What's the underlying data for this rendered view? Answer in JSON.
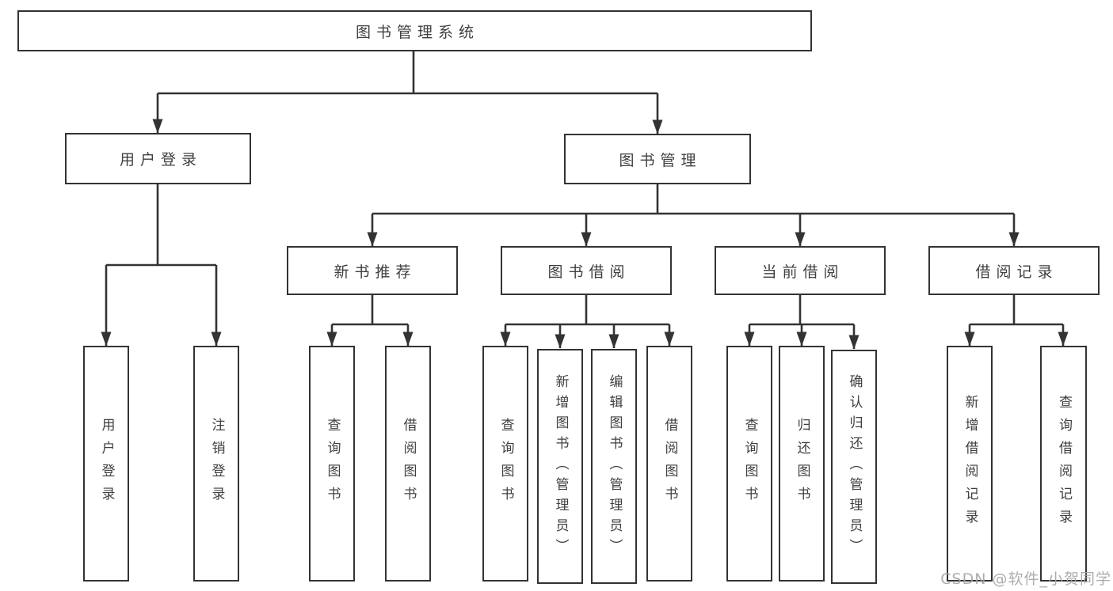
{
  "diagram": {
    "root": {
      "label": "图书管理系统",
      "children": [
        {
          "label": "用户登录",
          "children": [
            {
              "label": "用户登录"
            },
            {
              "label": "注销登录"
            }
          ]
        },
        {
          "label": "图书管理",
          "children": [
            {
              "label": "新书推荐",
              "children": [
                {
                  "label": "查询图书"
                },
                {
                  "label": "借阅图书"
                }
              ]
            },
            {
              "label": "图书借阅",
              "children": [
                {
                  "label": "查询图书"
                },
                {
                  "label": "新增图书（管理员）"
                },
                {
                  "label": "编辑图书（管理员）"
                },
                {
                  "label": "借阅图书"
                }
              ]
            },
            {
              "label": "当前借阅",
              "children": [
                {
                  "label": "查询图书"
                },
                {
                  "label": "归还图书"
                },
                {
                  "label": "确认归还（管理员）"
                }
              ]
            },
            {
              "label": "借阅记录",
              "children": [
                {
                  "label": "新增借阅记录"
                },
                {
                  "label": "查询借阅记录"
                }
              ]
            }
          ]
        }
      ]
    }
  },
  "watermark": {
    "text": "CSDN @软件_小贺同学"
  },
  "colors": {
    "line": "#333333",
    "text": "#404040",
    "background": "#ffffff",
    "watermark": "#a4a4a4"
  }
}
